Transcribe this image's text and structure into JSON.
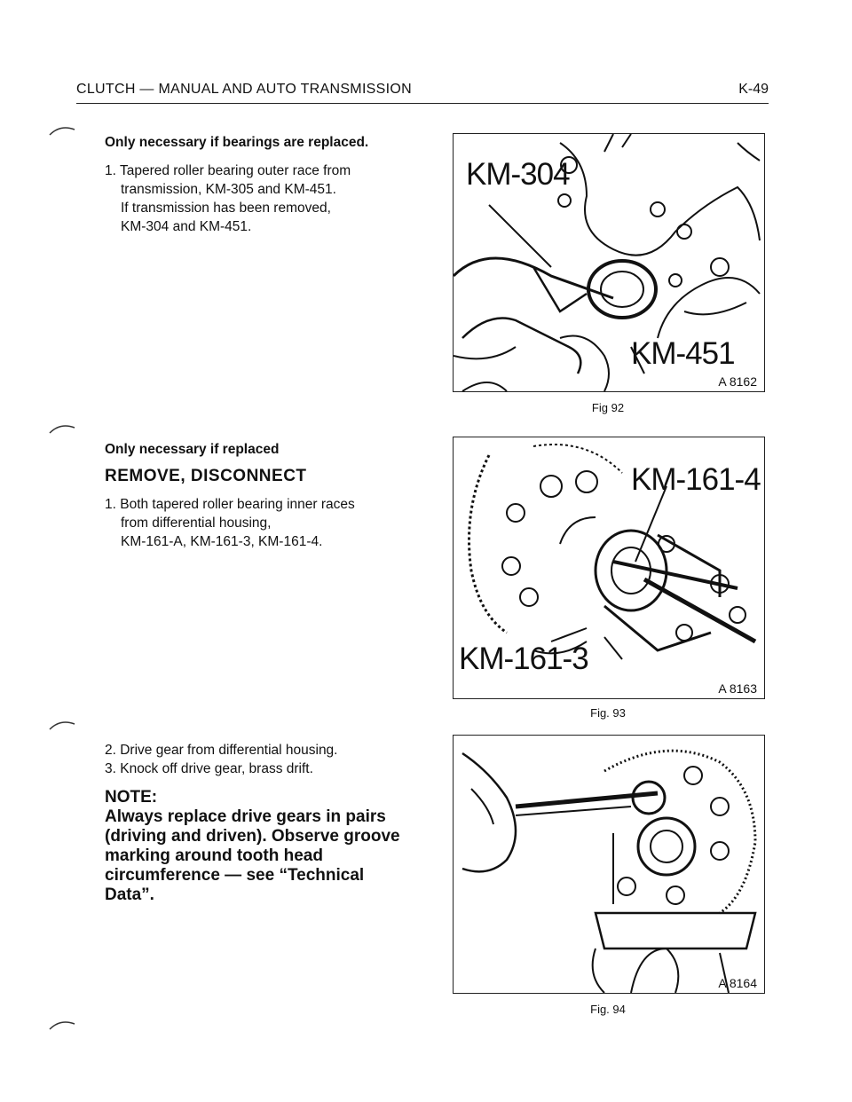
{
  "header": {
    "title": "CLUTCH — MANUAL AND AUTO TRANSMISSION",
    "page_number": "K-49"
  },
  "section1": {
    "condition": "Only necessary if bearings are replaced.",
    "steps": [
      "1. Tapered roller bearing outer race from",
      "transmission, KM-305 and KM-451.",
      "If transmission has been removed,",
      "KM-304 and KM-451."
    ]
  },
  "section2": {
    "condition": "Only necessary if replaced",
    "heading": "REMOVE, DISCONNECT",
    "steps": [
      "1. Both tapered roller bearing inner races",
      "from differential housing,",
      "KM-161-A, KM-161-3, KM-161-4."
    ]
  },
  "section3": {
    "steps": [
      "2. Drive gear from differential housing.",
      "3. Knock off drive gear, brass drift."
    ],
    "note_label": "NOTE:",
    "note_lines": [
      "Always replace drive gears in pairs",
      "(driving and driven). Observe groove",
      "marking around tooth head",
      "circumference — see “Technical",
      "Data”."
    ]
  },
  "figures": [
    {
      "callouts": [
        "KM-304",
        "KM-451"
      ],
      "code": "A 8162",
      "caption": "Fig 92"
    },
    {
      "callouts": [
        "KM-161-4",
        "KM-161-3"
      ],
      "code": "A 8163",
      "caption": "Fig. 93"
    },
    {
      "callouts": [],
      "code": "A 8164",
      "caption": "Fig. 94"
    }
  ]
}
